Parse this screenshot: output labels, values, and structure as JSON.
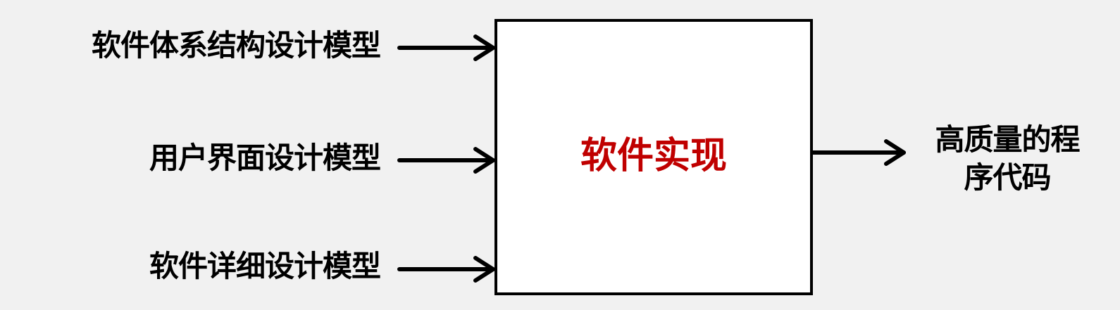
{
  "diagram": {
    "inputs": [
      {
        "label": "软件体系结构设计模型"
      },
      {
        "label": "用户界面设计模型"
      },
      {
        "label": "软件详细设计模型"
      }
    ],
    "process": {
      "label": "软件实现",
      "color": "#c00000"
    },
    "output": {
      "line1": "高质量的程",
      "line2": "序代码"
    }
  }
}
